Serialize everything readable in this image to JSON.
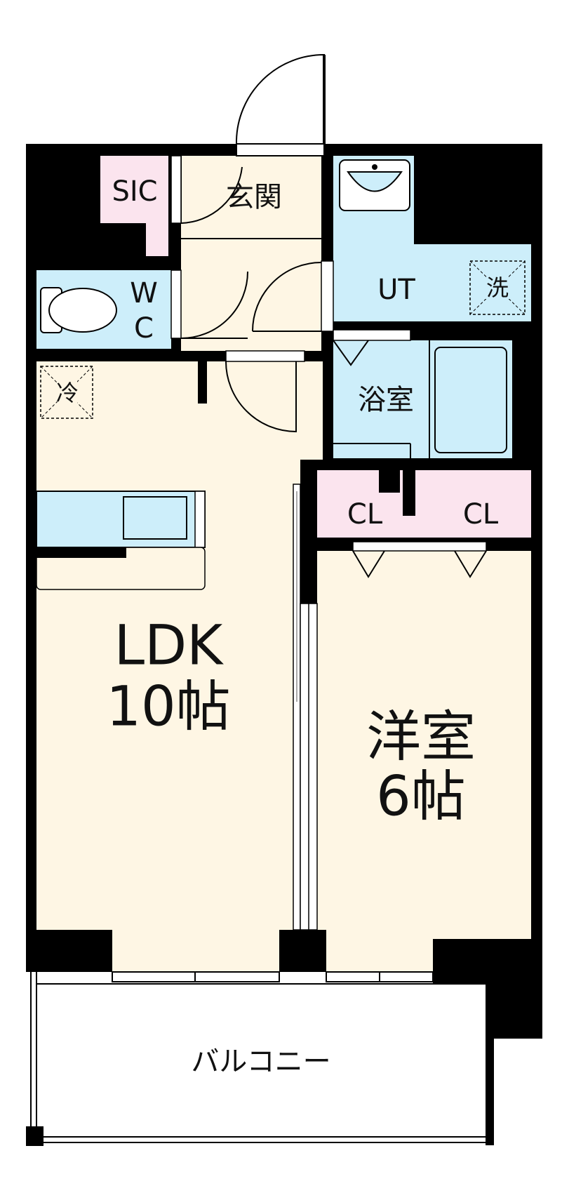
{
  "rooms": {
    "sic": "SIC",
    "genkan": "玄関",
    "wc_w": "W",
    "wc_c": "C",
    "ut": "UT",
    "bath": "浴室",
    "cl1": "CL",
    "cl2": "CL",
    "ldk_name": "LDK",
    "ldk_size": "10帖",
    "yoshitsu_name": "洋室",
    "yoshitsu_size": "6帖",
    "balcony": "バルコニー"
  },
  "fixtures": {
    "fridge": "冷",
    "washer": "洗"
  },
  "colors": {
    "wall": "#000000",
    "floor_cream": "#fef6e4",
    "wet_blue": "#cdeefa",
    "closet_pink": "#fbe4ee"
  }
}
